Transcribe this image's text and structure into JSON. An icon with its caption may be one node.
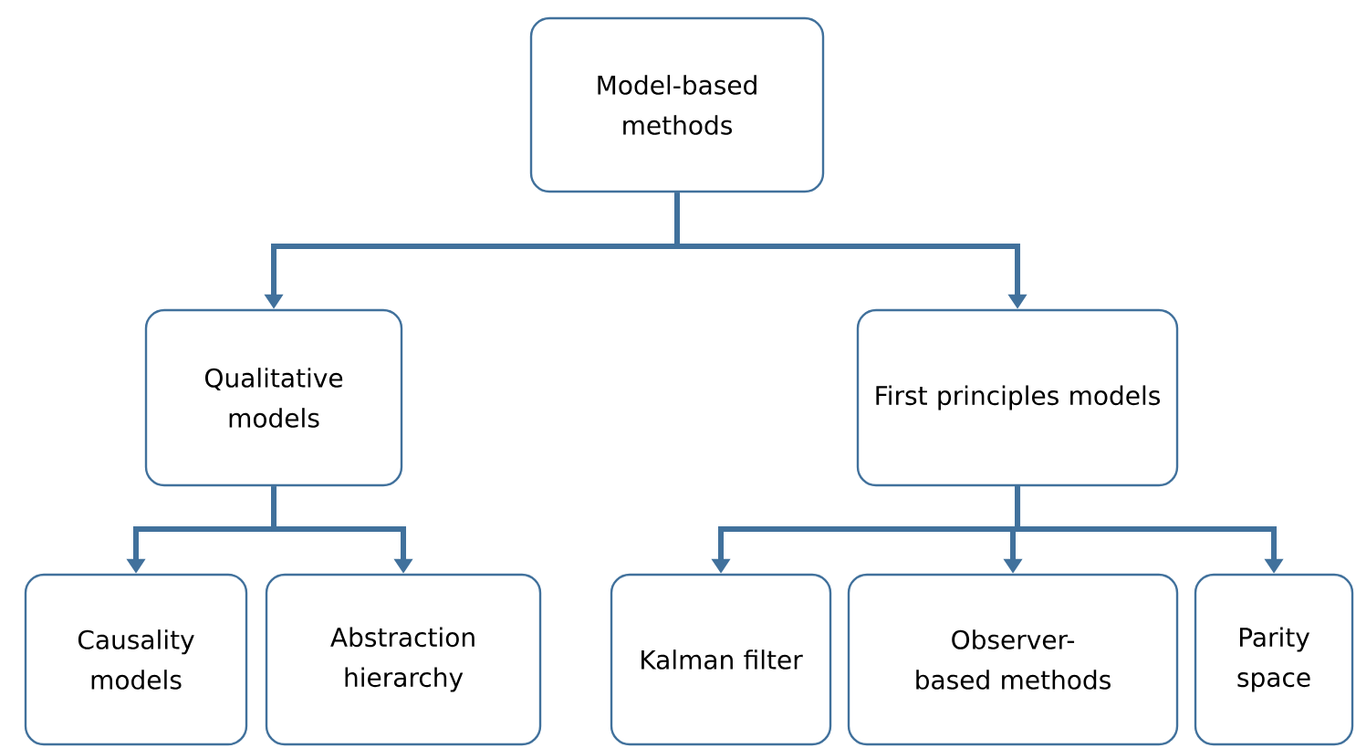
{
  "diagram": {
    "nodes": [
      {
        "text": [
          "Model-based methods"
        ]
      },
      {
        "text": [
          "Qualitative models"
        ]
      },
      {
        "text": [
          "First principles models"
        ]
      },
      {
        "text": [
          "Causality models"
        ]
      },
      {
        "text": [
          "Abstraction hierarchy"
        ]
      },
      {
        "text": [
          "Kalman filter"
        ]
      },
      {
        "text": [
          "Observer-based methods"
        ]
      },
      {
        "text": [
          "Parity space"
        ]
      }
    ],
    "edges": [
      {
        "from": 0,
        "to": 1,
        "arrow": "to"
      },
      {
        "from": 0,
        "to": 2,
        "arrow": "to"
      },
      {
        "from": 1,
        "to": 3,
        "arrow": "to"
      },
      {
        "from": 1,
        "to": 4,
        "arrow": "to"
      },
      {
        "from": 2,
        "to": 5,
        "arrow": "to"
      },
      {
        "from": 2,
        "to": 6,
        "arrow": "to"
      },
      {
        "from": 2,
        "to": 7,
        "arrow": "to"
      }
    ]
  }
}
